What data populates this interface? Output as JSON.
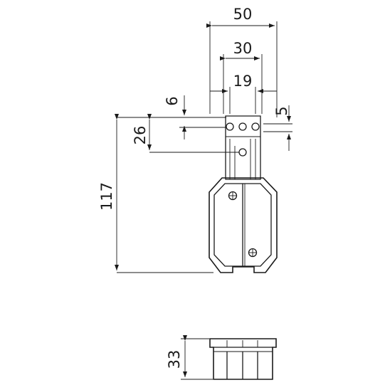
{
  "dimensions": {
    "overall_width": "50",
    "hole_outer_span": "30",
    "hole_inner_span": "19",
    "hole_offset": "6",
    "hole_diameter": "5",
    "hole_vertical_spacing": "26",
    "overall_height": "117",
    "depth": "33"
  },
  "colors": {
    "line": "#1a1a1a",
    "background": "#ffffff"
  }
}
